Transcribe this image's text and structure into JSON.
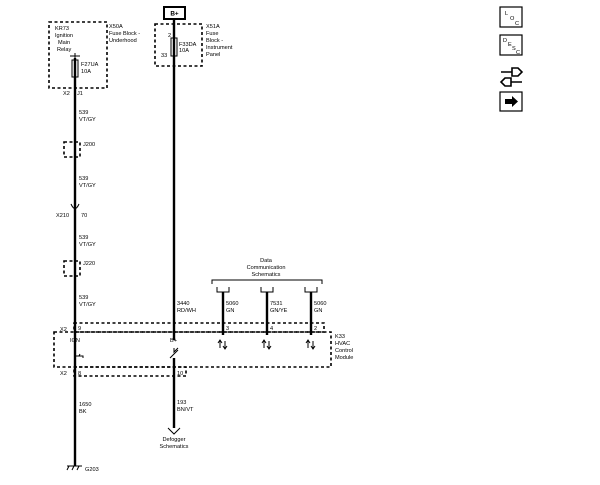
{
  "battery": {
    "label": "B+"
  },
  "fuse_block_underhood": {
    "id": "X50A",
    "name_lines": [
      "Fuse Block -",
      "Underhood"
    ],
    "relay_lines": [
      "KR73",
      "Ignition",
      "Main",
      "Relay"
    ],
    "fuse_id": "F27UA",
    "fuse_rating": "10A",
    "connector": "X2",
    "pin": "J1"
  },
  "fuse_block_ip": {
    "id": "X51A",
    "name_lines": [
      "Fuse",
      "Block -",
      "Instrument",
      "Panel"
    ],
    "fuse_id": "F33DA",
    "fuse_rating": "10A",
    "pin_top": "2",
    "pin_bottom": "33"
  },
  "left_wire_segments": [
    {
      "circuit": "539",
      "color": "VT/GY"
    },
    {
      "circuit": "539",
      "color": "VT/GY"
    },
    {
      "circuit": "539",
      "color": "VT/GY"
    },
    {
      "circuit": "539",
      "color": "VT/GY"
    }
  ],
  "splices": [
    {
      "id": "J200"
    },
    {
      "id": "J220"
    }
  ],
  "inline_connector": {
    "id": "X210",
    "pin": "70"
  },
  "b_plus_wire": {
    "circuit": "3440",
    "color": "RD/WH"
  },
  "data_comm": {
    "lines": [
      "Data",
      "Communication",
      "Schematics"
    ],
    "wires": [
      {
        "circuit": "5060",
        "color": "GN",
        "pin": "3"
      },
      {
        "circuit": "7531",
        "color": "GN/YE",
        "pin": "4"
      },
      {
        "circuit": "5060",
        "color": "GN",
        "pin": "2"
      }
    ]
  },
  "module": {
    "id": "K33",
    "name_lines": [
      "HVAC",
      "Control",
      "Module"
    ],
    "connector_top": "X2",
    "connector_bottom": "X2",
    "pin_ign": "9",
    "pin_ign_label": "IGN",
    "pin_bplus_label": "B+",
    "pin_ground": "8",
    "pin_defogger": "10"
  },
  "ground_wire": {
    "circuit": "1650",
    "color": "BK"
  },
  "defogger_wire": {
    "circuit": "193",
    "color": "BN/VT"
  },
  "defogger": {
    "lines": [
      "Defogger",
      "Schematics"
    ]
  },
  "ground": {
    "id": "G203"
  },
  "toolbar": {
    "loc_letters": [
      "L",
      "O",
      "C"
    ],
    "desc_letters": [
      "D",
      "E",
      "S",
      "C"
    ],
    "route_icon": "connector-route-icon",
    "next_icon": "arrow-right-icon"
  }
}
